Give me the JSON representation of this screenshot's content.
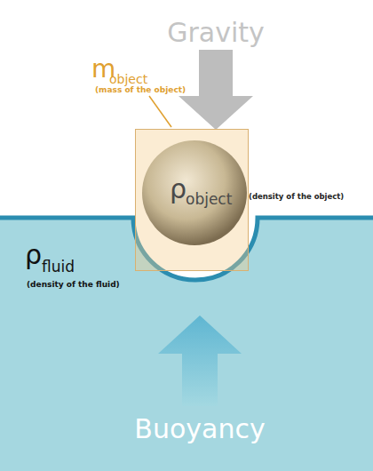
{
  "diagram": {
    "nodes": [
      {
        "text": [
          "m",
          "object",
          "(mass of the object)"
        ]
      },
      {
        "text": [
          "ρ",
          "object",
          "(density of the object)"
        ],
        "in": 0
      }
    ],
    "labels": [
      "Gravity",
      "ρ",
      "fluid",
      "(density of the fluid)",
      "Buoyancy"
    ]
  }
}
